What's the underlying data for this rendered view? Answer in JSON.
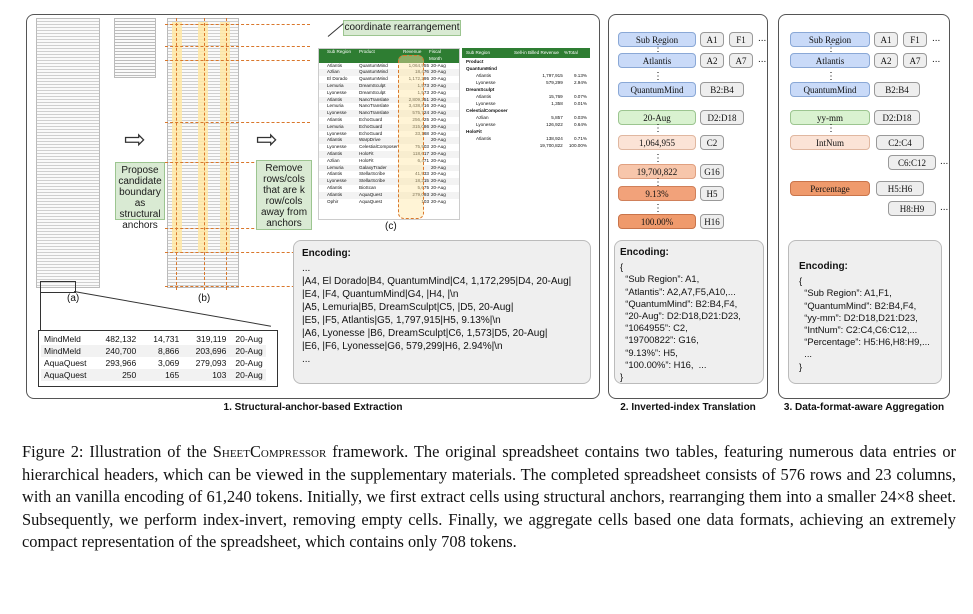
{
  "panel1": {
    "title": "1. Structural-anchor-based Extraction",
    "label_a": "(a)",
    "label_b": "(b)",
    "label_c": "(c)",
    "green_propose": "Propose candidate boundary as structural anchors",
    "green_remove": "Remove rows/cols that are k row/cols away from anchors",
    "coord_rearrange": "coordinate rearrangement",
    "zoom_table": [
      [
        "MindMeld",
        "482,132",
        "14,731",
        "319,119",
        "20-Aug"
      ],
      [
        "MindMeld",
        "240,700",
        "8,866",
        "203,696",
        "20-Aug"
      ],
      [
        "AquaQuest",
        "293,966",
        "3,069",
        "279,093",
        "20-Aug"
      ],
      [
        "AquaQuest",
        "250",
        "165",
        "103",
        "20-Aug"
      ]
    ],
    "sheet_c_headers": [
      "Sub Region",
      "Product",
      "Revenue",
      "Fiscal Month"
    ],
    "sheet_c_rows": [
      [
        "Atlantis",
        "QuantumMind",
        "1,064,955",
        "20-Aug"
      ],
      [
        "Azlian",
        "QuantumMind",
        "18,476",
        "20-Aug"
      ],
      [
        "El Dorado",
        "QuantumMind",
        "1,172,295",
        "20-Aug"
      ],
      [
        "Lemuria",
        "DreamSculpt",
        "1,573",
        "20-Aug"
      ],
      [
        "Lyonesse",
        "DreamSculpt",
        "1,573",
        "20-Aug"
      ],
      [
        "Atlantis",
        "NanoTranslate",
        "2,809,251",
        "20-Aug"
      ],
      [
        "Lemuria",
        "NanoTranslate",
        "3,438,816",
        "20-Aug"
      ],
      [
        "Lyonesse",
        "NanoTranslate",
        "575,724",
        "20-Aug"
      ],
      [
        "Atlantis",
        "EchoGuard",
        "256,425",
        "20-Aug"
      ],
      [
        "Lemuria",
        "EchoGuard",
        "315,086",
        "20-Aug"
      ],
      [
        "Lyonesse",
        "EchoGuard",
        "33,168",
        "20-Aug"
      ],
      [
        "Atlantis",
        "WarpDrive",
        "",
        "20-Aug"
      ],
      [
        "Lyonesse",
        "CelestialComposer",
        "75,903",
        "20-Aug"
      ],
      [
        "Atlantis",
        "HoloFit",
        "118,617",
        "20-Aug"
      ],
      [
        "Azlian",
        "HoloFit",
        "6,471",
        "20-Aug"
      ],
      [
        "Lemuria",
        "GalaxyTrader",
        "",
        "20-Aug"
      ],
      [
        "Atlantis",
        "StellarScribe",
        "41,933",
        "20-Aug"
      ],
      [
        "Lyonesse",
        "StellarScribe",
        "18,315",
        "20-Aug"
      ],
      [
        "Atlantis",
        "BioScan",
        "5,675",
        "20-Aug"
      ],
      [
        "Atlantis",
        "AquaQuest",
        "279,093",
        "20-Aug"
      ],
      [
        "Ophir",
        "AquaQuest",
        "103",
        "20-Aug"
      ]
    ],
    "sheet_c2_headers": [
      "Sub Region",
      "Sell-in Billed Revenue",
      "%Total"
    ],
    "sheet_c2_rows": [
      [
        "Product",
        "",
        ""
      ],
      [
        "QuantumMind",
        "",
        ""
      ],
      [
        "Atlantis",
        "1,797,915",
        "9.13%"
      ],
      [
        "Lyonesse",
        "579,299",
        "2.94%"
      ],
      [
        "DreamSculpt",
        "",
        ""
      ],
      [
        "Atlantis",
        "15,769",
        "0.07%"
      ],
      [
        "Lyonesse",
        "1,358",
        "0.01%"
      ],
      [
        "CelestialComposer",
        "",
        ""
      ],
      [
        "Azlian",
        "5,857",
        "0.03%"
      ],
      [
        "Lyonesse",
        "126,922",
        "0.64%"
      ],
      [
        "HoloFit",
        "",
        ""
      ],
      [
        "Atlantis",
        "138,924",
        "0.71%"
      ],
      [
        "",
        "19,700,822",
        "100.00%"
      ]
    ],
    "encoding_title": "Encoding:",
    "encoding_lines": [
      "...",
      "|A4, El Dorado|B4, QuantumMind|C4, 1,172,295|D4, 20-Aug|",
      "|E4, |F4, QuantumMind|G4, |H4, |\\n",
      "|A5, Lemuria|B5, DreamSculpt|C5, |D5, 20-Aug|",
      "|E5, |F5, Atlantis|G5, 1,797,915|H5, 9.13%|\\n",
      "|A6, Lyonesse |B6, DreamSculpt|C6, 1,573|D5, 20-Aug|",
      "|E6, |F6, Lyonesse|G6, 579,299|H6, 2.94%|\\n",
      "..."
    ]
  },
  "panel2": {
    "title": "2. Inverted-index Translation",
    "rows": [
      {
        "value": "Sub Region",
        "addr": [
          "A1",
          "F1"
        ]
      },
      {
        "value": "Atlantis",
        "addr": [
          "A2",
          "A7"
        ]
      },
      {
        "value": "QuantumMind",
        "addr": [
          "B2:B4"
        ]
      },
      {
        "value": "20-Aug",
        "addr": [
          "D2:D18"
        ]
      },
      {
        "value": "1,064,955",
        "addr": [
          "C2"
        ]
      },
      {
        "value": "19,700,822",
        "addr": [
          "G16"
        ]
      },
      {
        "value": "9.13%",
        "addr": [
          "H5"
        ]
      },
      {
        "value": "100.00%",
        "addr": [
          "H16"
        ]
      }
    ],
    "encoding_title": "Encoding:",
    "encoding_lines": [
      "{",
      "  “Sub Region”: A1,",
      "  “Atlantis”: A2,A7,F5,A10,...",
      "  “QuantumMind”: B2:B4,F4,",
      "  “20-Aug”: D2:D18,D21:D23,",
      "  “1064955”: C2,",
      "  “19700822”: G16,",
      "  “9.13%”: H5,",
      "  “100.00%”: H16,  ...",
      "}"
    ]
  },
  "panel3": {
    "title": "3. Data-format-aware Aggregation",
    "rows": [
      {
        "value": "Sub Region",
        "addr": [
          "A1",
          "F1"
        ]
      },
      {
        "value": "Atlantis",
        "addr": [
          "A2",
          "A7"
        ]
      },
      {
        "value": "QuantumMind",
        "addr": [
          "B2:B4"
        ]
      },
      {
        "value": "yy-mm",
        "addr": [
          "D2:D18"
        ]
      },
      {
        "value": "IntNum",
        "addr": [
          "C2:C4",
          "C6:C12"
        ]
      },
      {
        "value": "Percentage",
        "addr": [
          "H5:H6",
          "H8:H9"
        ]
      }
    ],
    "encoding_title": "Encoding:",
    "encoding_lines": [
      "{",
      "  “Sub Region”: A1,F1,",
      "  “QuantumMind”: B2:B4,F4,",
      "  “yy-mm”: D2:D18,D21:D23,",
      "  “IntNum”: C2:C4,C6:C12,...",
      "  “Percentage”: H5:H6,H8:H9,...",
      "  ...",
      "}"
    ]
  },
  "ellipsis": "...",
  "caption_lead": "Figure 2: Illustration of the ",
  "caption_name": "SheetCompressor",
  "caption_rest": " framework. The original spreadsheet contains two tables, featuring numerous data entries or hierarchical headers, which can be viewed in the supplementary materials. The completed spreadsheet consists of 576 rows and 23 columns, with an vanilla encoding of 61,240 tokens. Initially, we first extract cells using structural anchors, rearranging them into a smaller 24×8 sheet. Subsequently, we perform index-invert, removing empty cells. Finally, we aggregate cells based one data formats, achieving an extremely compact representation of the spreadsheet, which contains only 708 tokens."
}
